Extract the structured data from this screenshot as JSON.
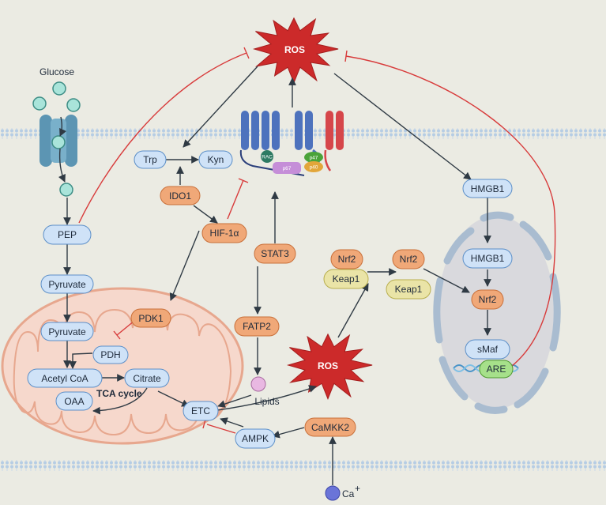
{
  "nodes": {
    "glucose": "Glucose",
    "pep": "PEP",
    "pyruvate_cyto": "Pyruvate",
    "pyruvate_mito": "Pyruvate",
    "pdh": "PDH",
    "acetyl_coa": "Acetyl CoA",
    "citrate": "Citrate",
    "oaa": "OAA",
    "tca_cycle": "TCA cycle",
    "etc": "ETC",
    "pdk1": "PDK1",
    "trp": "Trp",
    "kyn": "Kyn",
    "ido1": "IDO1",
    "hif1a": "HIF-1α",
    "stat3": "STAT3",
    "fatp2": "FATP2",
    "lipids": "Lipids",
    "ros_top": "ROS",
    "ros_mid": "ROS",
    "ampk": "AMPK",
    "camkk2": "CaMKK2",
    "ca": "Ca",
    "ca_charge": "+",
    "nrf2_bound": "Nrf2",
    "keap1_bound": "Keap1",
    "nrf2_free": "Nrf2",
    "keap1_free": "Keap1",
    "hmgb1_cyto": "HMGB1",
    "hmgb1_nuc": "HMGB1",
    "nrf2_nuc": "Nrf2",
    "smaf": "sMaf",
    "are": "ARE"
  },
  "nox_subunits": {
    "rac": "RAC",
    "p67": "p67",
    "p47": "p47",
    "p40": "p40"
  },
  "colors": {
    "background": "#ebebe3",
    "blue_node": "#cfe2f7",
    "orange_node": "#f0a878",
    "ros_star": "#cc2a2a",
    "inhibition": "#d83b3b",
    "mitochondrion": "#f6d8cc",
    "nucleus": "#d9d9dd"
  }
}
